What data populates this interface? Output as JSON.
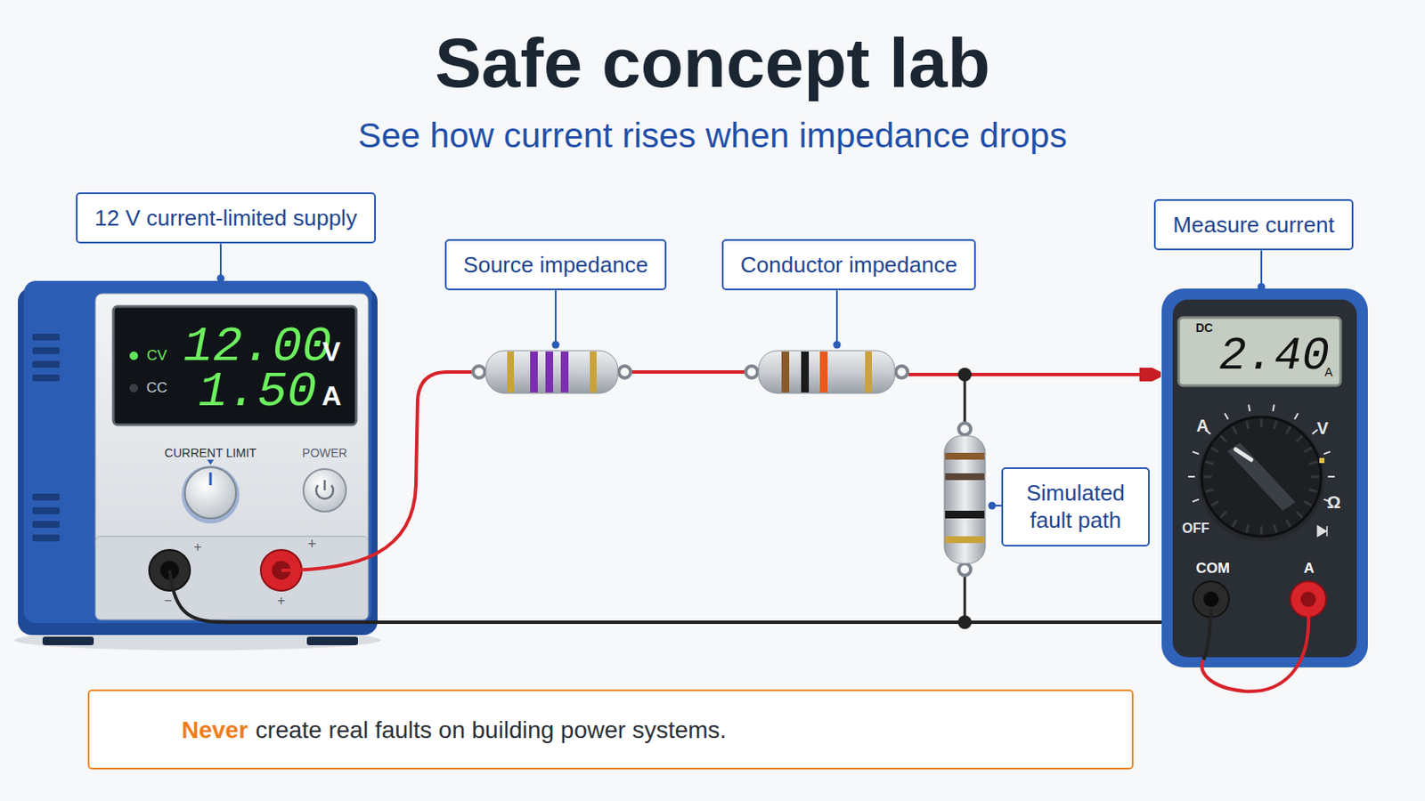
{
  "diagram": {
    "title": "Safe concept lab",
    "caption": "See how current rises when impedance drops",
    "nodes": [
      {
        "text": [
          "12 V current-limited supply"
        ]
      },
      {
        "text": [
          "Source impedance"
        ]
      },
      {
        "text": [
          "Conductor impedance"
        ]
      },
      {
        "text": [
          "Measure current"
        ]
      },
      {
        "text": [
          "Simulated fault path"
        ]
      },
      {
        "text": [
          "Never",
          "create real faults on building power systems."
        ]
      }
    ],
    "labels": [
      "CV",
      "12.00",
      "V",
      "CC",
      "1.50",
      "A",
      "CURRENT LIMIT",
      "POWER",
      "+",
      "−",
      "+",
      "+",
      "DC",
      "2.40",
      "A",
      "A",
      "V",
      "Ω",
      "OFF",
      "COM",
      "A"
    ]
  }
}
